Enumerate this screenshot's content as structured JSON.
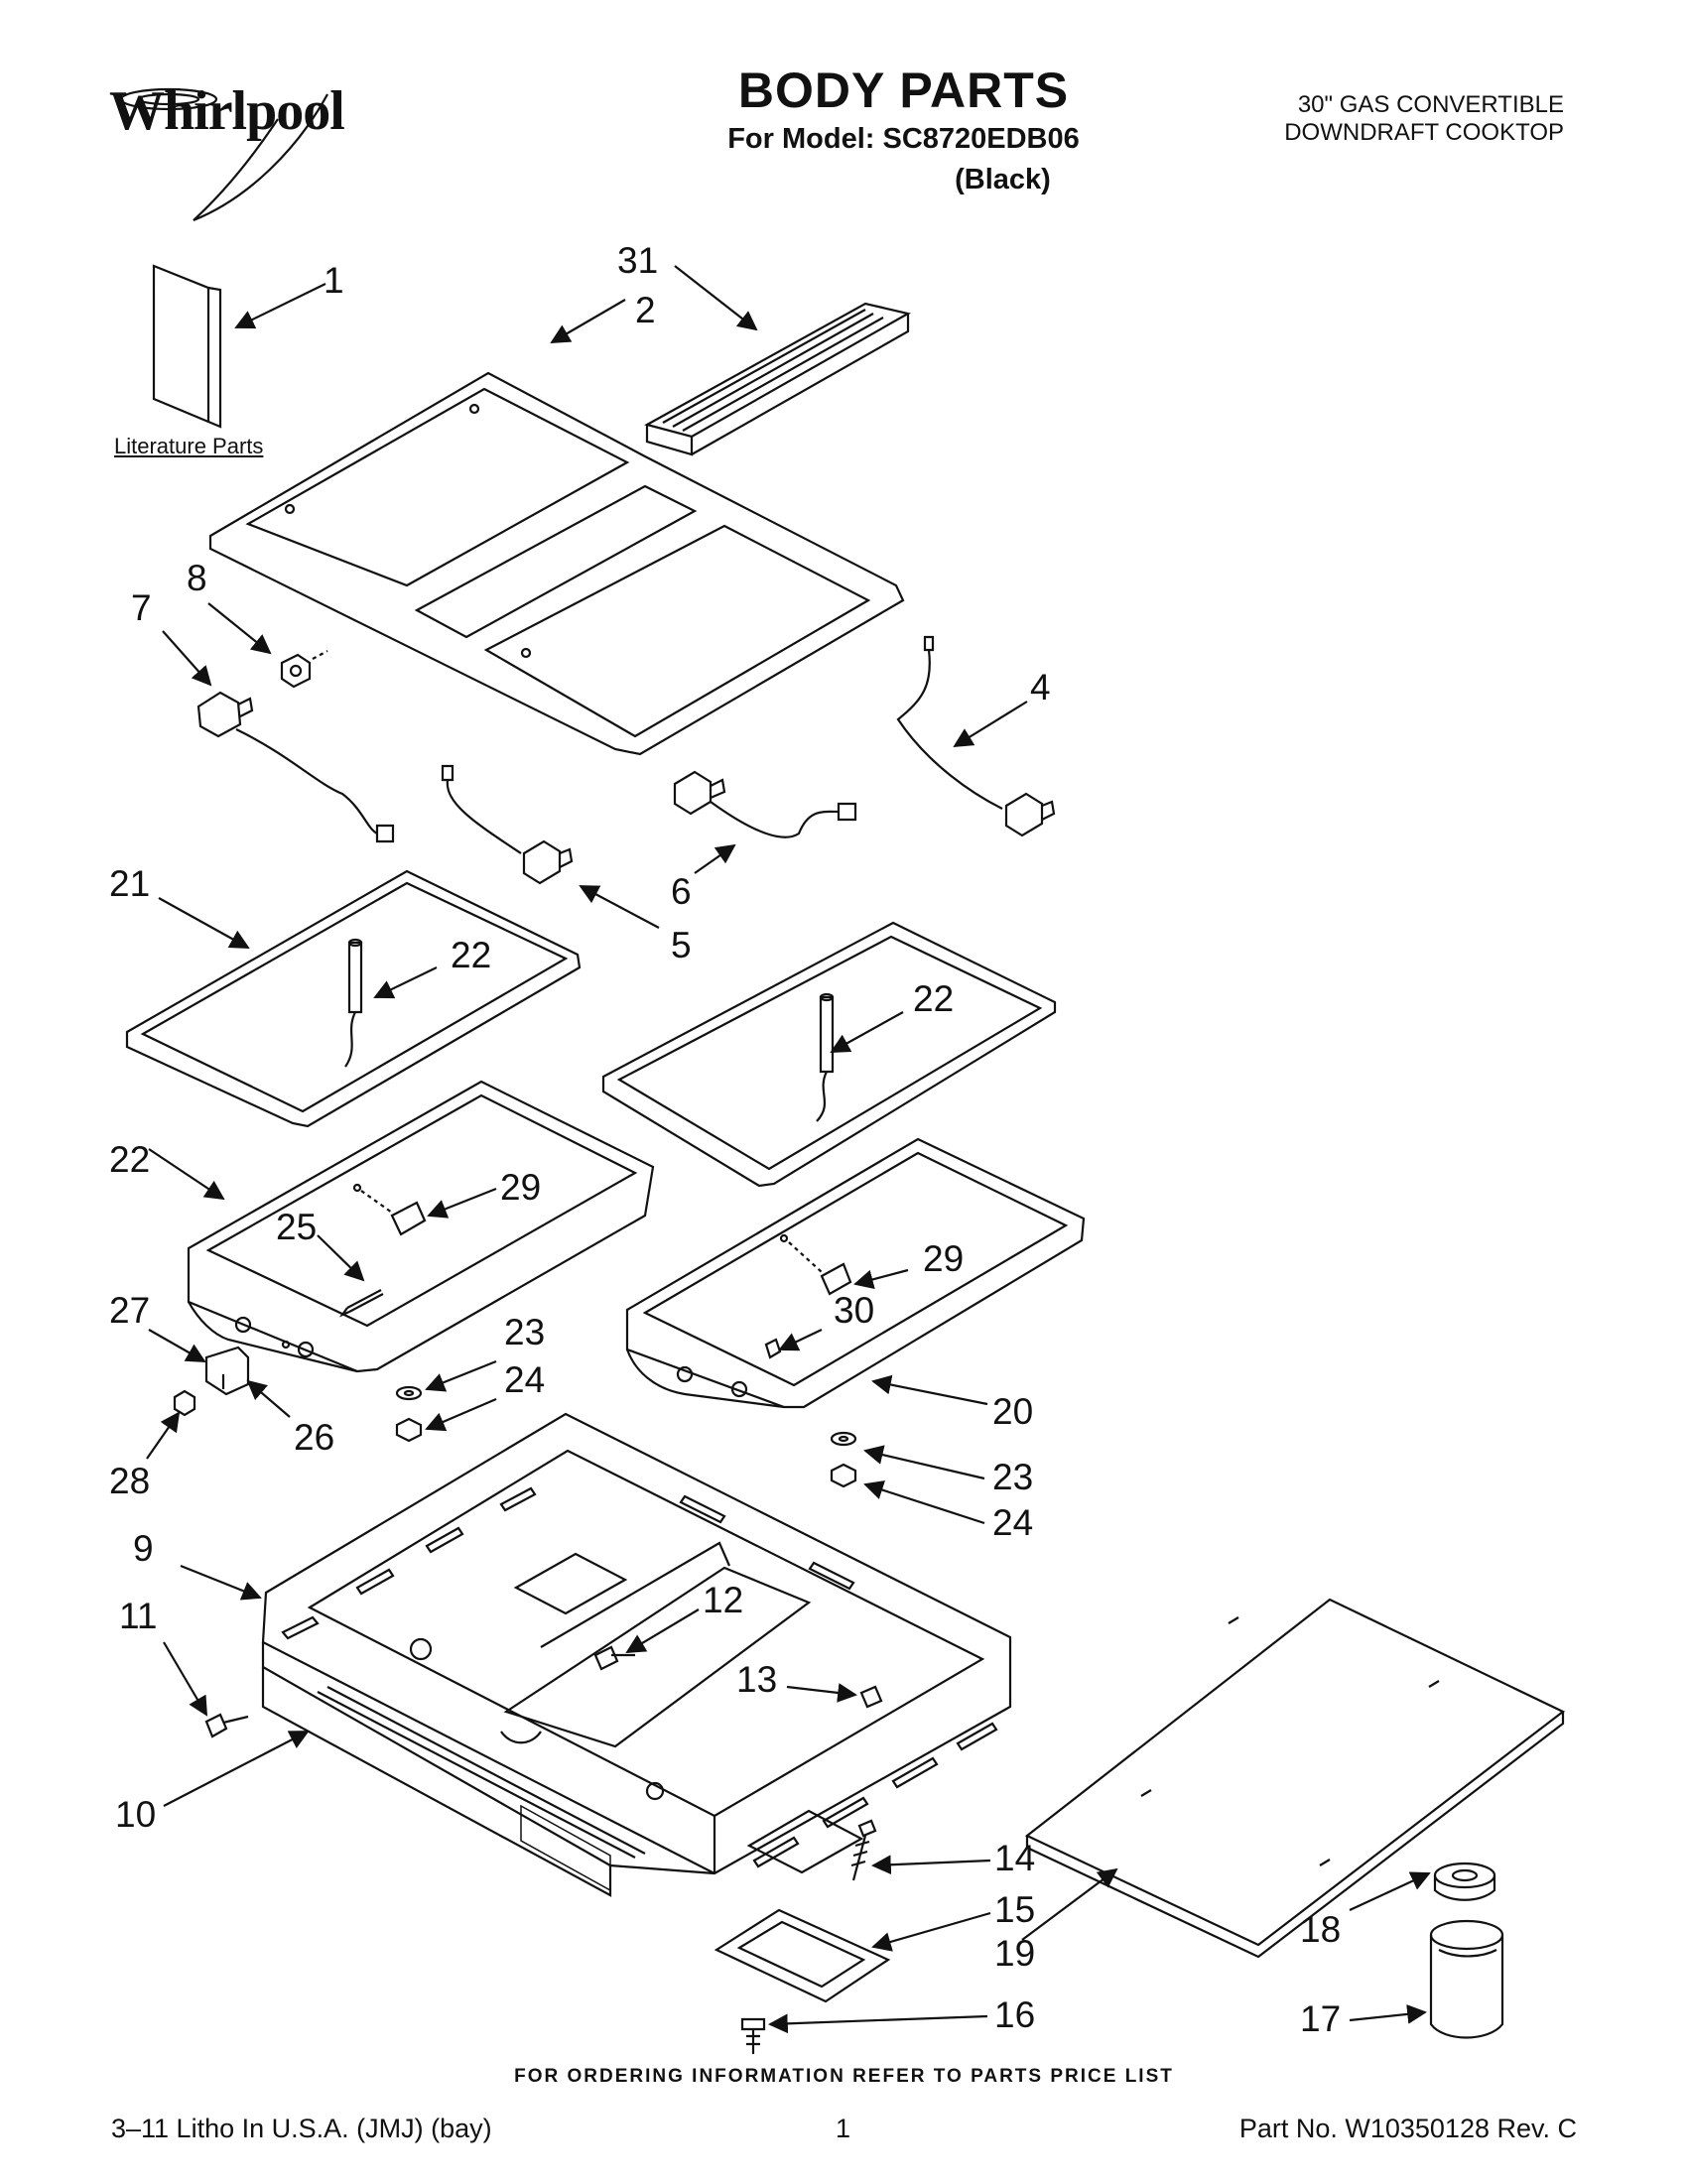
{
  "header": {
    "brand": "Whirlpool",
    "title": "BODY PARTS",
    "subtitle": "For Model: SC8720EDB06",
    "variant": "(Black)",
    "product_line1": "30\" GAS CONVERTIBLE",
    "product_line2": "DOWNDRAFT COOKTOP"
  },
  "literature_label": "Literature Parts",
  "callouts": [
    "1",
    "2",
    "31",
    "8",
    "7",
    "4",
    "6",
    "5",
    "21",
    "22",
    "22",
    "22",
    "29",
    "25",
    "27",
    "23",
    "24",
    "26",
    "28",
    "29",
    "30",
    "20",
    "23",
    "24",
    "9",
    "12",
    "11",
    "13",
    "10",
    "14",
    "15",
    "19",
    "18",
    "17",
    "16"
  ],
  "footer": {
    "order_info": "FOR ORDERING INFORMATION REFER TO PARTS PRICE LIST",
    "left": "3–11 Litho In U.S.A. (JMJ) (bay)",
    "center": "1",
    "right": "Part No. W10350128 Rev. C"
  },
  "colors": {
    "ink": "#111111",
    "background": "#ffffff"
  }
}
